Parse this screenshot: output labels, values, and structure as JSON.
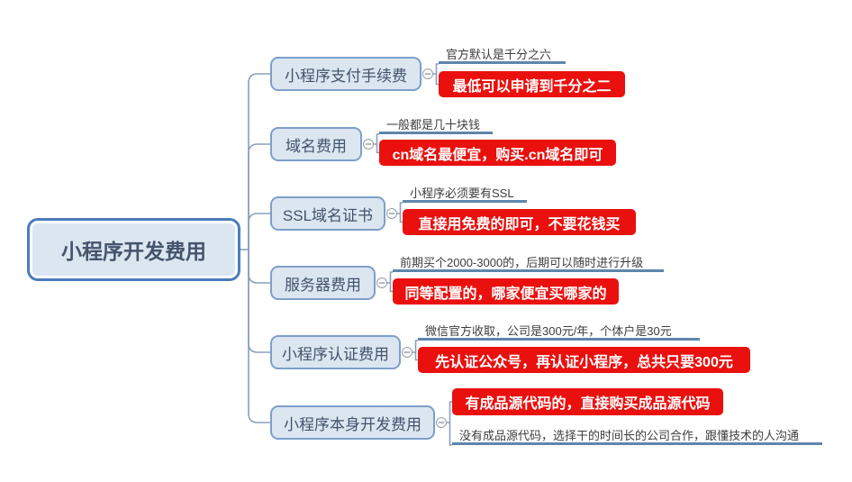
{
  "root": {
    "label": "小程序开发费用"
  },
  "branches": [
    {
      "topic": "小程序支付手续费",
      "note": "官方默认是千分之六",
      "tip": "最低可以申请到千分之二",
      "tip_position": "below-note"
    },
    {
      "topic": "域名费用",
      "note": "一般都是几十块钱",
      "tip": "cn域名最便宜，购买.cn域名即可",
      "tip_position": "below-note"
    },
    {
      "topic": "SSL域名证书",
      "note": "小程序必须要有SSL",
      "tip": "直接用免费的即可，不要花钱买",
      "tip_position": "below-note"
    },
    {
      "topic": "服务器费用",
      "note": "前期买个2000-3000的，后期可以随时进行升级",
      "tip": "同等配置的，哪家便宜买哪家的",
      "tip_position": "below-note"
    },
    {
      "topic": "小程序认证费用",
      "note": "微信官方收取，公司是300元/年，个体户是30元",
      "tip": "先认证公众号，再认证小程序，总共只要300元",
      "tip_position": "below-note"
    },
    {
      "topic": "小程序本身开发费用",
      "tip": "有成品源代码的，直接购买成品源代码",
      "note": "没有成品源代码，选择干的时间长的公司合作，跟懂技术的人沟通",
      "tip_position": "above-note"
    }
  ],
  "icons": {
    "collapse": "minus-circle"
  },
  "colors": {
    "root_border": "#4a7cbd",
    "node_fill": "#dce6f1",
    "topic_border": "#7d9fca",
    "connector": "#8ba0bd",
    "note_underline": "#5e86ad",
    "tip_background": "#ea100e",
    "tip_text": "#ffffff",
    "root_text": "#44546a"
  }
}
